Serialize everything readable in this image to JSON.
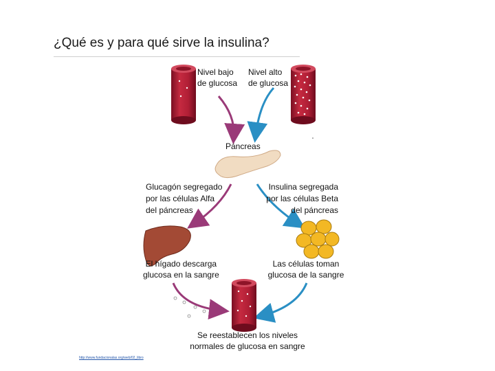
{
  "slide": {
    "title": "¿Qué es y para qué sirve la insulina?",
    "footer_link": "http://www.fundacionalas.org/web/02_libro"
  },
  "diagram": {
    "low_glucose_label": [
      "Nivel bajo",
      "de glucosa"
    ],
    "high_glucose_label": [
      "Nivel alto",
      "de glucosa"
    ],
    "pancreas_label": "Páncreas",
    "glucagon_label": [
      "Glucagón segregado",
      "por las células Alfa",
      "del páncreas"
    ],
    "insulin_label": [
      "Insulina segregada",
      "por las células Beta",
      "del páncreas"
    ],
    "liver_label": [
      "El hígado descarga",
      "glucosa en la sangre"
    ],
    "cells_label": [
      "Las células toman",
      "glucosa de la sangre"
    ],
    "result_label": [
      "Se reestablecen los niveles",
      "normales de glucosa en sangre"
    ]
  },
  "colors": {
    "vessel": "#b01e35",
    "vessel_dark": "#7a0f22",
    "magenta_arrow": "#9a3a78",
    "blue_arrow": "#2a8fc4",
    "pancreas": "#f1dcc2",
    "liver": "#a34a35",
    "cell": "#f3b824"
  }
}
